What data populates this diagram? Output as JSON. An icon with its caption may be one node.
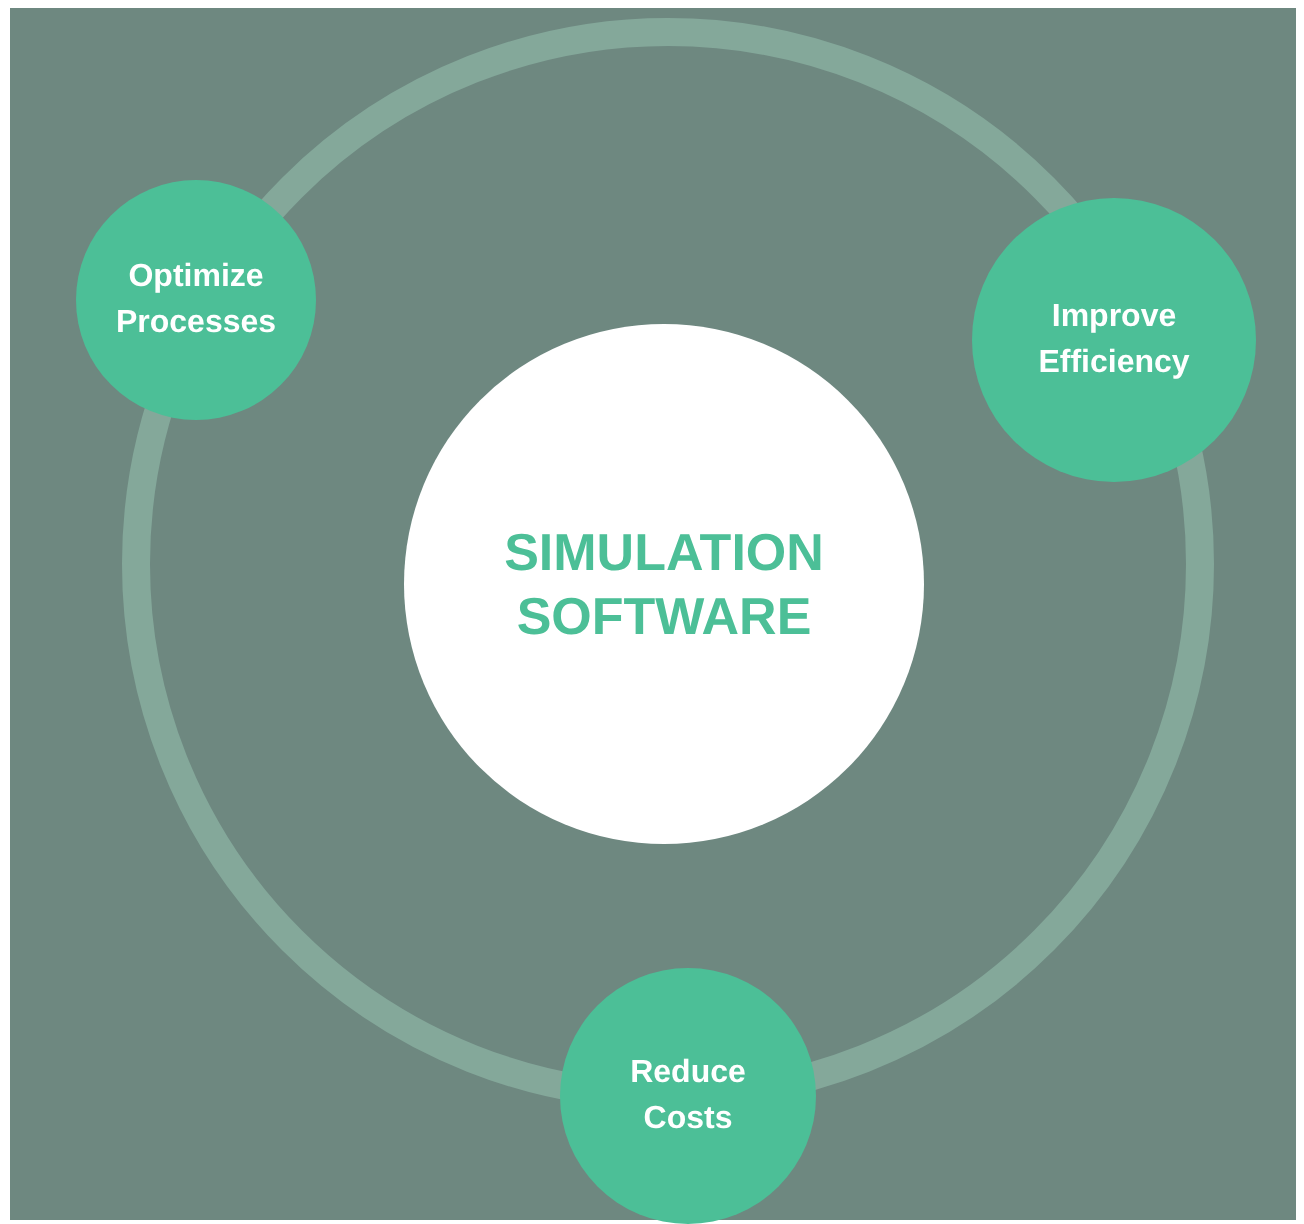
{
  "diagram": {
    "nodes": [
      {
        "text": [
          "SIMULATION SOFTWARE"
        ]
      },
      {
        "text": [
          "Optimize Processes"
        ]
      },
      {
        "text": [
          "Improve Efficiency"
        ]
      },
      {
        "text": [
          "Reduce Costs"
        ]
      }
    ]
  }
}
